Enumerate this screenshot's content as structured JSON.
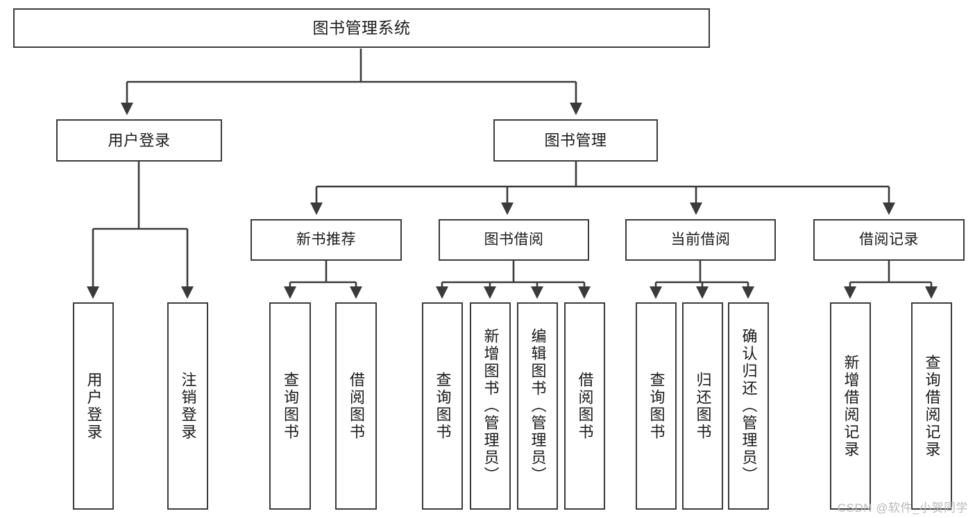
{
  "diagram": {
    "title": "图书管理系统",
    "type": "tree-hierarchy-diagram",
    "root": {
      "label": "图书管理系统"
    },
    "level1": [
      {
        "label": "用户登录"
      },
      {
        "label": "图书管理"
      }
    ],
    "level2": [
      {
        "label": "新书推荐"
      },
      {
        "label": "图书借阅"
      },
      {
        "label": "当前借阅"
      },
      {
        "label": "借阅记录"
      }
    ],
    "leaves": {
      "user_login": [
        {
          "label": "用户登录"
        },
        {
          "label": "注销登录"
        }
      ],
      "new_book_recommend": [
        {
          "label": "查询图书"
        },
        {
          "label": "借阅图书"
        }
      ],
      "book_borrow": [
        {
          "label": "查询图书"
        },
        {
          "label": "新增图书（管理员）"
        },
        {
          "label": "编辑图书（管理员）"
        },
        {
          "label": "借阅图书"
        }
      ],
      "current_borrow": [
        {
          "label": "查询图书"
        },
        {
          "label": "归还图书"
        },
        {
          "label": "确认归还（管理员）"
        }
      ],
      "borrow_records": [
        {
          "label": "新增借阅记录"
        },
        {
          "label": "查询借阅记录"
        }
      ]
    }
  },
  "watermark": {
    "text": "CSDN @软件_小贺同学"
  },
  "colors": {
    "stroke": "#3a3a3a",
    "fill": "#ffffff",
    "text": "#1a1a1a",
    "watermark": "#b9b9b9"
  }
}
